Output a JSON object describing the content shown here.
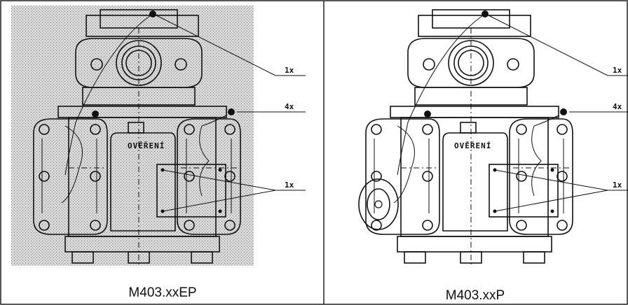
{
  "panels": [
    {
      "caption": "M403.xxEP",
      "stamp": "OVĚŘENÍ",
      "seal_labels": [
        "1x",
        "4x",
        "1x"
      ]
    },
    {
      "caption": "M403.xxP",
      "stamp": "OVĚŘENÍ",
      "seal_labels": [
        "1x",
        "4x",
        "1x"
      ]
    }
  ]
}
